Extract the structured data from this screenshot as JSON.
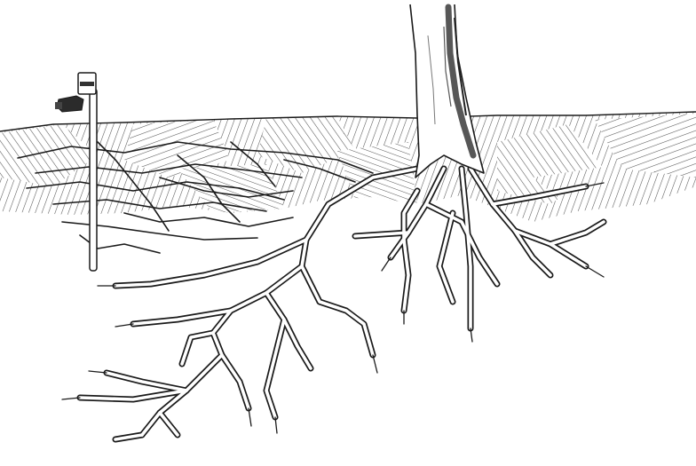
{
  "diagram": {
    "subject": "tree-roots-with-soil-moisture-probe",
    "colors": {
      "line": "#1a1a1a",
      "paper": "#ffffff",
      "hatch": "#555555",
      "bark_shadow": "#3a3a3a"
    },
    "elements": [
      "soil-surface",
      "hatched-topsoil-layer",
      "tree-trunk",
      "deep-root-system",
      "shallow-root-mat",
      "moisture-probe"
    ]
  }
}
